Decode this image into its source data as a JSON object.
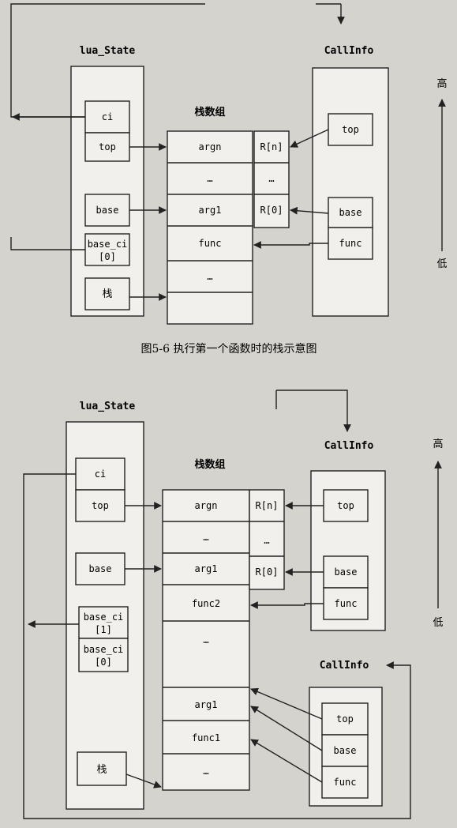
{
  "figure1": {
    "caption": "图5-6   执行第一个函数时的栈示意图",
    "lua_state": {
      "title": "lua_State",
      "ci": "ci",
      "top": "top",
      "base": "base",
      "base_ci_l1": "base_ci",
      "base_ci_l2": "[0]",
      "stack": "栈"
    },
    "stack_array": {
      "title": "栈数组",
      "argn": "argn",
      "dots1": "…",
      "arg1": "arg1",
      "func": "func",
      "dots2": "…"
    },
    "registers": {
      "rn": "R[n]",
      "dots": "…",
      "r0": "R[0]"
    },
    "callinfo": {
      "title": "CallInfo",
      "top": "top",
      "base": "base",
      "func": "func"
    },
    "high": "高",
    "low": "低"
  },
  "figure2": {
    "lua_state": {
      "title": "lua_State",
      "ci": "ci",
      "top": "top",
      "base": "base",
      "base_ci1_l1": "base_ci",
      "base_ci1_l2": "[1]",
      "base_ci0_l1": "base_ci",
      "base_ci0_l2": "[0]",
      "stack": "栈"
    },
    "stack_array": {
      "title": "栈数组",
      "argn": "argn",
      "dots1": "…",
      "arg1": "arg1",
      "func2": "func2",
      "dots2": "…",
      "arg1b": "arg1",
      "func1": "func1",
      "dots3": "…"
    },
    "registers": {
      "rn": "R[n]",
      "dots": "…",
      "r0": "R[0]"
    },
    "callinfo_top": {
      "title": "CallInfo",
      "top": "top",
      "base": "base",
      "func": "func"
    },
    "callinfo_bottom": {
      "title": "CallInfo",
      "top": "top",
      "base": "base",
      "func": "func"
    },
    "high": "高",
    "low": "低"
  }
}
